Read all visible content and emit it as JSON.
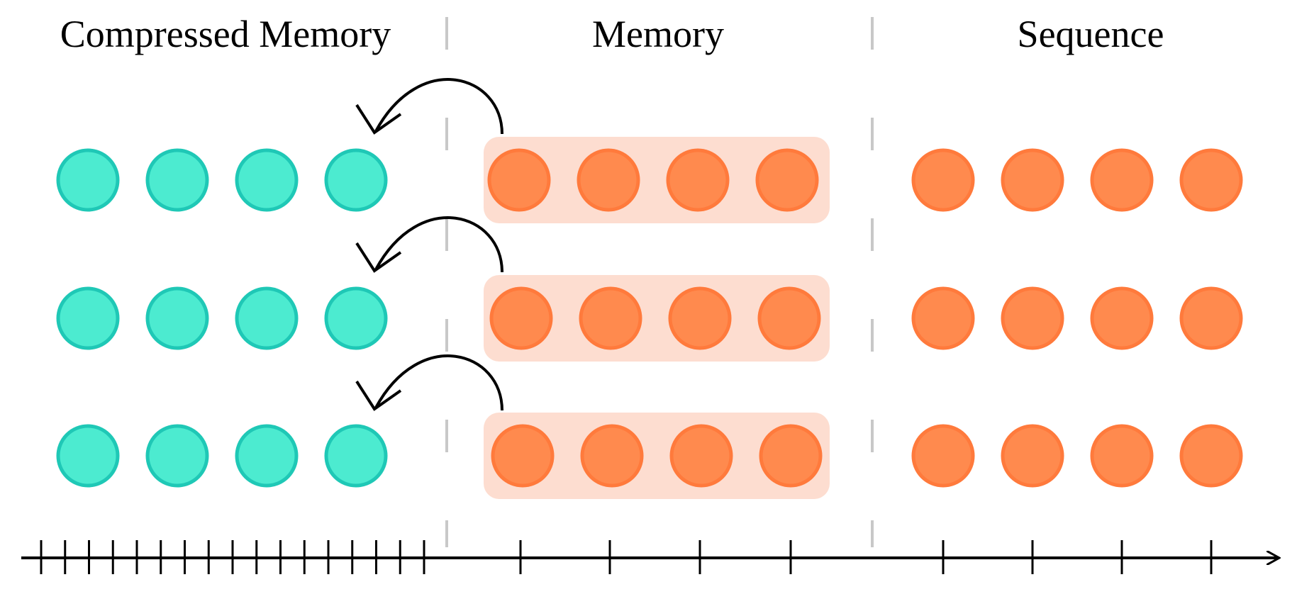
{
  "sections": {
    "compressed": {
      "title": "Compressed  Memory"
    },
    "memory": {
      "title": "Memory"
    },
    "sequence": {
      "title": "Sequence"
    }
  },
  "layout": {
    "rows": 3,
    "tokens_per_group": 4,
    "compress_arrows": 3
  },
  "timeline": {
    "dense_ticks": 17,
    "memory_ticks": 4,
    "sequence_ticks": 4
  },
  "colors": {
    "compressed_fill": "#4cebd0",
    "compressed_stroke": "#1fc8b6",
    "token_fill": "#ff8a4e",
    "token_stroke": "#ff7a3c",
    "memory_box": "#fdddd0",
    "divider": "#c8c8c8",
    "ink": "#000000"
  }
}
